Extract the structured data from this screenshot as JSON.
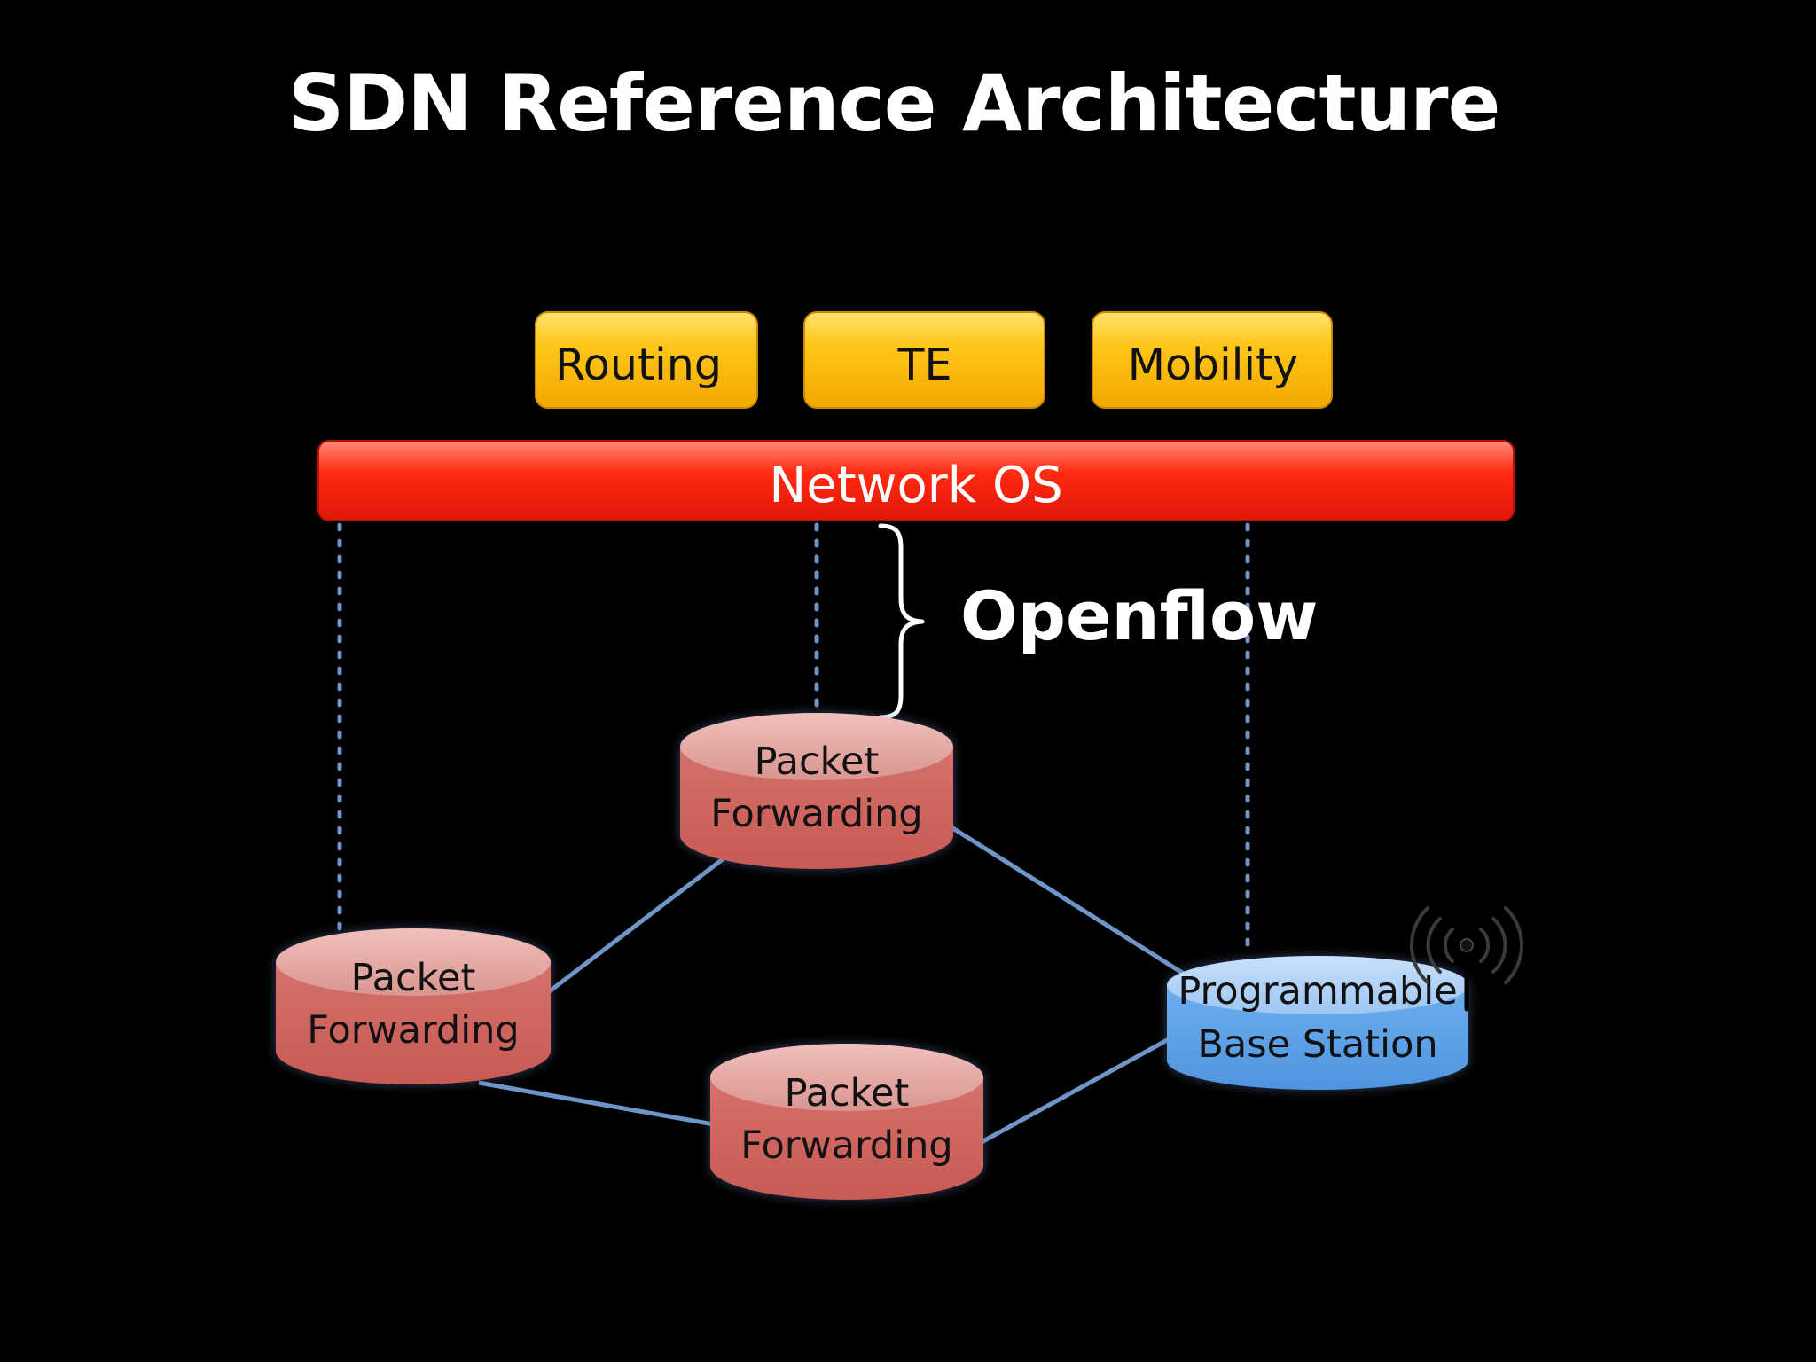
{
  "title": "SDN Reference Architecture",
  "apps": [
    {
      "label": "Routing"
    },
    {
      "label": "TE"
    },
    {
      "label": "Mobility"
    }
  ],
  "network_os": {
    "label": "Network OS"
  },
  "protocol": {
    "label": "Openflow"
  },
  "nodes": {
    "top": {
      "line1": "Packet",
      "line2": "Forwarding"
    },
    "left": {
      "line1": "Packet",
      "line2": "Forwarding"
    },
    "bottom": {
      "line1": "Packet",
      "line2": "Forwarding"
    },
    "base_station": {
      "line1": "Programmable",
      "line2": "Base Station"
    }
  },
  "colors": {
    "background": "#000000",
    "app_box": "#f9b800",
    "network_os": "#f21f10",
    "packet_node": "#cc6560",
    "base_station": "#5da3e6",
    "link": "#6e95c8",
    "control_line": "#6e95c8"
  },
  "icons": {
    "base_station": "radio-antenna-icon",
    "brace": "curly-brace-icon"
  }
}
